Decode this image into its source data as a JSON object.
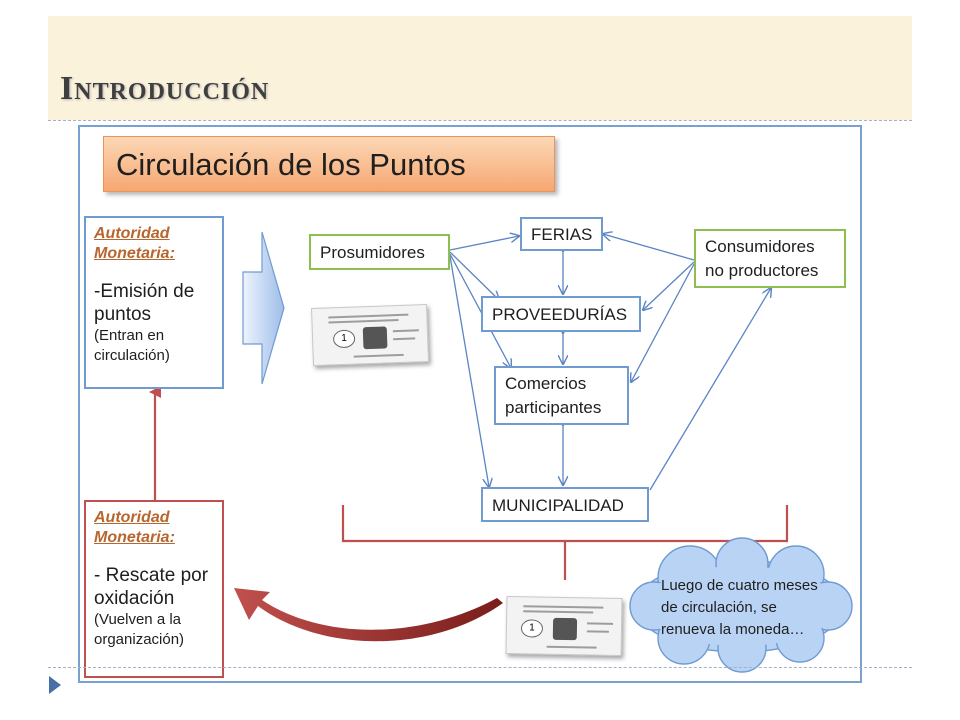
{
  "slide": {
    "title": "Introducción"
  },
  "diagram": {
    "banner": "Circulación de los Puntos",
    "authority_top": {
      "heading_line1": "Autoridad",
      "heading_line2": "Monetaria:",
      "body_line1": "-Emisión  de",
      "body_line2": "puntos",
      "small_line1": "(Entran en",
      "small_line2": "circulación)"
    },
    "authority_bottom": {
      "heading_line1": "Autoridad",
      "heading_line2": "Monetaria:",
      "body_line1": "- Rescate por",
      "body_line2": "oxidación",
      "small_line1": "(Vuelven a la",
      "small_line2": "organización)"
    },
    "nodes": {
      "prosumidores": "Prosumidores",
      "ferias": "FERIAS",
      "proveedurias": "PROVEEDURÍAS",
      "comercios_line1": "Comercios",
      "comercios_line2": "participantes",
      "municipalidad": "MUNICIPALIDAD",
      "consumidores_line1": "Consumidores",
      "consumidores_line2": "no productores"
    },
    "coupon_number": "1",
    "cloud": {
      "line1": "Luego de cuatro meses",
      "line2": "de circulación, se",
      "line3": "renueva la moneda…"
    }
  },
  "colors": {
    "frame": "#7aa0cf",
    "blue_arrow": "#5b84c4",
    "red": "#c0504d",
    "green_border": "#8cbf4e",
    "banner_orange": "#f6a772",
    "cloud_fill": "#b9d3f4"
  }
}
